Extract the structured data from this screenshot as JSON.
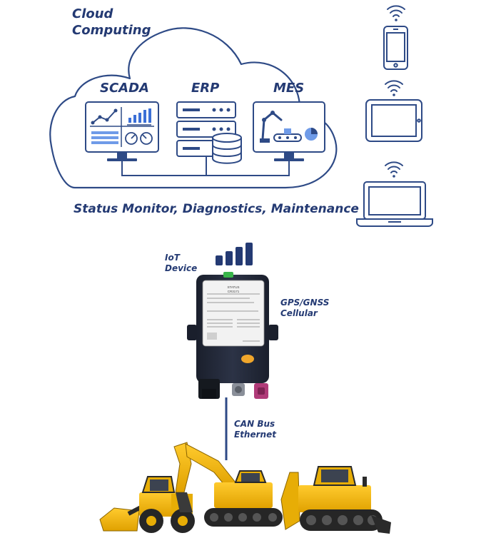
{
  "cloud": {
    "title_line1": "Cloud",
    "title_line2": "Computing",
    "systems": [
      "SCADA",
      "ERP",
      "MES"
    ],
    "caption": "Status Monitor, Diagnostics, Maintenance"
  },
  "iot": {
    "label_line1": "IoT",
    "label_line2": "Device",
    "right_label_line1": "GPS/GNSS",
    "right_label_line2": "Cellular",
    "device_label_title": "STATUS",
    "device_label_model": "CR3171"
  },
  "bus": {
    "label_line1": "CAN Bus",
    "label_line2": "Ethernet"
  },
  "colors": {
    "navy": "#243a73",
    "line": "#2e4a86",
    "machine_yellow": "#f2b705",
    "device_body": "#1f2433",
    "connector_pink": "#b03a78"
  },
  "icons": [
    "cloud-icon",
    "scada-monitor-icon",
    "erp-server-icon",
    "mes-monitor-icon",
    "smartphone-icon",
    "tablet-icon",
    "laptop-icon",
    "wifi-icon",
    "signal-bars-icon",
    "iot-device-icon",
    "construction-machines-icon"
  ]
}
